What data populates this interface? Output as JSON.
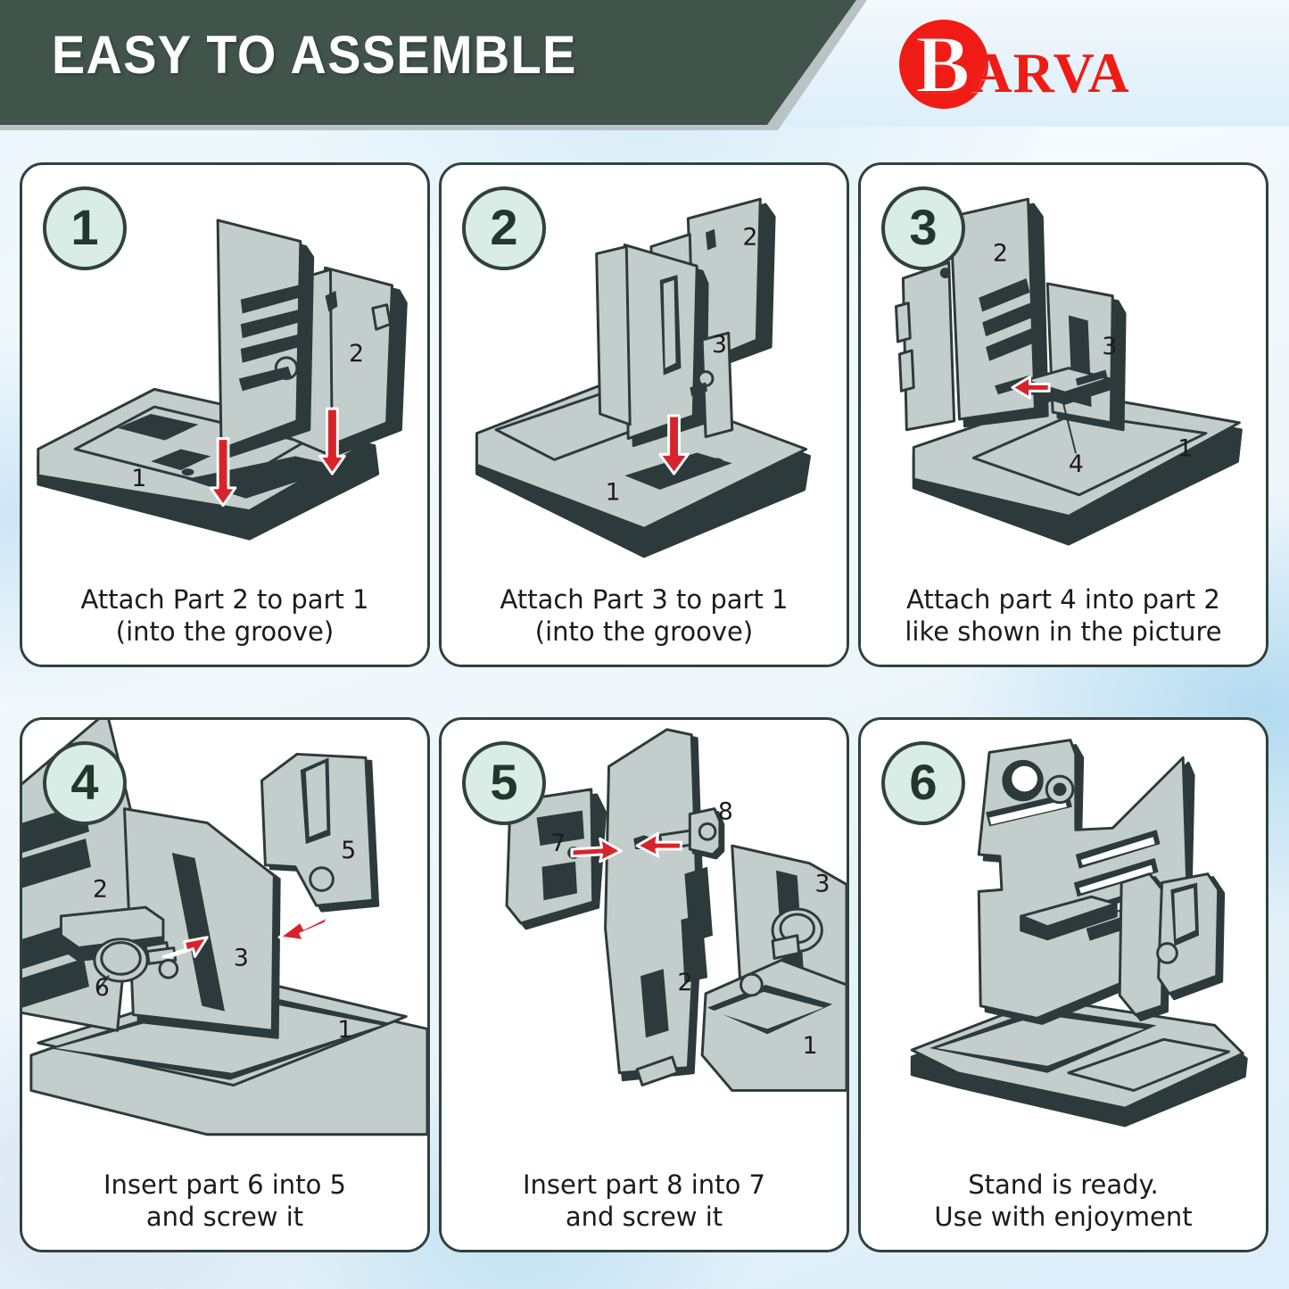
{
  "header": {
    "title": "EASY TO ASSEMBLE",
    "brand_name": "Barva",
    "brand_initial": "B",
    "brand_rest": "arva",
    "banner_color": "#41544c",
    "brand_color": "#ef1c16"
  },
  "theme": {
    "panel_border": "#2f423c",
    "badge_fill": "#d9ece6",
    "badge_text": "#23372f",
    "arrow_red": "#d8232a",
    "part_fill": "#c3cdcb",
    "part_edge": "#2d3a3c",
    "page_bg": "#eaf4fa"
  },
  "steps": [
    {
      "number": "1",
      "caption_line1": "Attach Part 2 to part 1",
      "caption_line2": "(into the groove)",
      "part_labels": [
        "1",
        "2"
      ],
      "arrows": 2,
      "arrow_direction": "down"
    },
    {
      "number": "2",
      "caption_line1": "Attach Part 3 to part 1",
      "caption_line2": "(into the groove)",
      "part_labels": [
        "1",
        "2",
        "3"
      ],
      "arrows": 1,
      "arrow_direction": "down"
    },
    {
      "number": "3",
      "caption_line1": "Attach part 4 into part 2",
      "caption_line2": "like shown in the picture",
      "part_labels": [
        "1",
        "2",
        "3",
        "4"
      ],
      "arrows": 1,
      "arrow_direction": "left"
    },
    {
      "number": "4",
      "caption_line1": "Insert part 6 into 5",
      "caption_line2": "and screw it",
      "part_labels": [
        "1",
        "2",
        "3",
        "5",
        "6"
      ],
      "arrows": 2,
      "arrow_direction": "horizontal"
    },
    {
      "number": "5",
      "caption_line1": "Insert part 8 into 7",
      "caption_line2": "and screw it",
      "part_labels": [
        "1",
        "2",
        "3",
        "7",
        "8"
      ],
      "arrows": 2,
      "arrow_direction": "left"
    },
    {
      "number": "6",
      "caption_line1": "Stand is ready.",
      "caption_line2": "Use with enjoyment",
      "part_labels": [],
      "arrows": 0,
      "arrow_direction": "none"
    }
  ]
}
